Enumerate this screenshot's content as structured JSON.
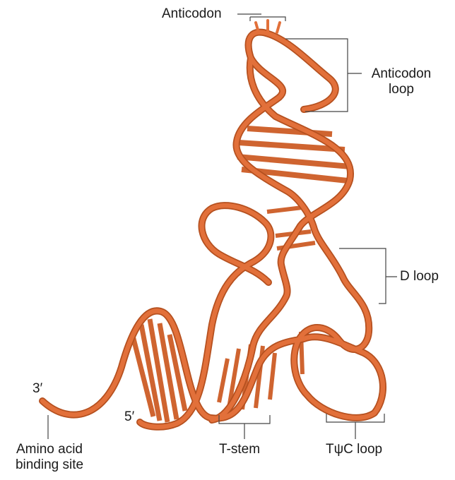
{
  "labels": {
    "anticodon": "Anticodon",
    "anticodon_loop_line1": "Anticodon",
    "anticodon_loop_line2": "loop",
    "d_loop": "D loop",
    "t_stem": "T-stem",
    "tpsic_loop": "TψC loop",
    "three_prime": "3′",
    "five_prime": "5′",
    "amino_acid_line1": "Amino acid",
    "amino_acid_line2": "binding site"
  },
  "colors": {
    "strand": "#e2703a",
    "strand_dark": "#b5501f",
    "rung": "#cf6430",
    "leader": "#444444",
    "text": "#1a1a1a"
  }
}
